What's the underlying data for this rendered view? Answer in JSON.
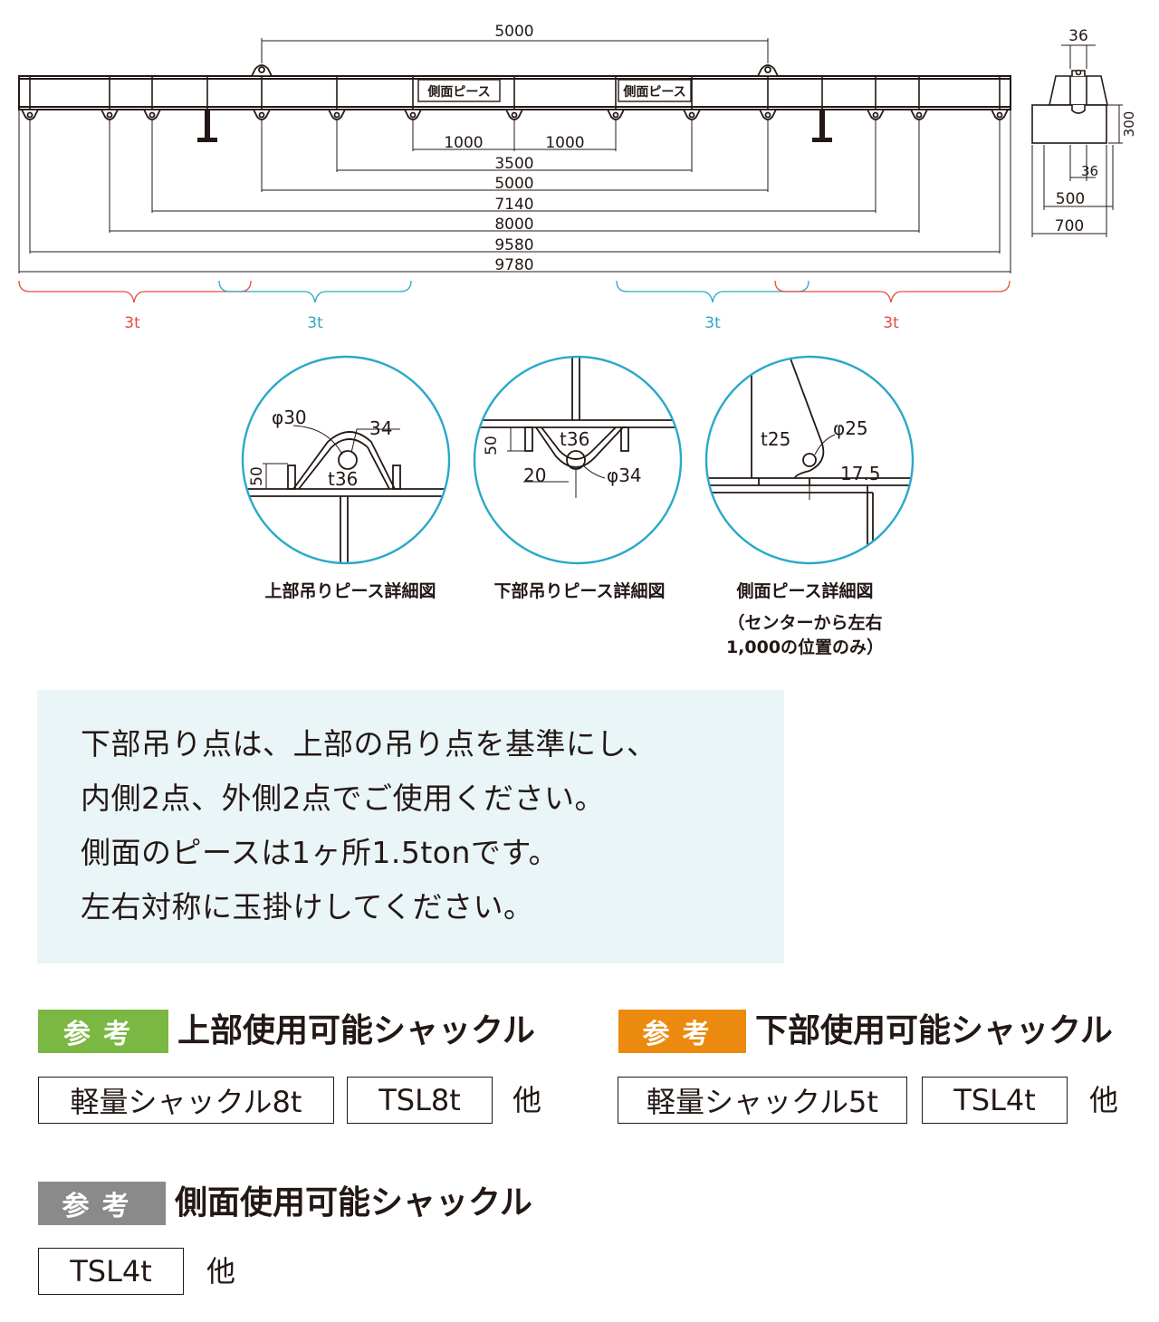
{
  "colors": {
    "line": "#231815",
    "red": "#e94b3c",
    "cyan": "#29a9c8",
    "badge_green": "#7ab843",
    "badge_orange": "#ec8a0f",
    "badge_gray": "#8a8a8a",
    "note_bg": "#eaf5f8"
  },
  "front_view": {
    "top_dim": "5000",
    "side_piece_label_left": "側面ピース",
    "side_piece_label_right": "側面ピース",
    "dim_1000_left": "1000",
    "dim_1000_right": "1000",
    "dims": [
      "3500",
      "5000",
      "7140",
      "8000",
      "9580",
      "9780"
    ],
    "brace_labels": [
      "3t",
      "3t",
      "3t",
      "3t"
    ]
  },
  "side_view": {
    "top": "36",
    "height": "300",
    "inner": "36",
    "width_500": "500",
    "width_700": "700"
  },
  "details": [
    {
      "labels": {
        "hole": "φ30",
        "r": "34",
        "h": "50",
        "t": "t36"
      },
      "caption": "上部吊りピース詳細図"
    },
    {
      "labels": {
        "h": "50",
        "t": "t36",
        "a": "20",
        "hole": "φ34"
      },
      "caption": "下部吊りピース詳細図"
    },
    {
      "labels": {
        "t": "t25",
        "hole": "φ25",
        "r": "17.5"
      },
      "caption_lines": [
        "側面ピース詳細図",
        "（センターから左右",
        "1,000の位置のみ）"
      ]
    }
  ],
  "note": {
    "lines": [
      "下部吊り点は、上部の吊り点を基準にし、",
      "内側2点、外側2点でご使用ください。",
      "側面のピースは1ヶ所1.5tonです。",
      "左右対称に玉掛けしてください。"
    ]
  },
  "refs": [
    {
      "badge": "参考",
      "title": "上部使用可能シャックル",
      "items": [
        "軽量シャックル8t",
        "TSL8t"
      ],
      "suffix": "他"
    },
    {
      "badge": "参考",
      "title": "下部使用可能シャックル",
      "items": [
        "軽量シャックル5t",
        "TSL4t"
      ],
      "suffix": "他"
    },
    {
      "badge": "参考",
      "title": "側面使用可能シャックル",
      "items": [
        "TSL4t"
      ],
      "suffix": "他"
    }
  ]
}
